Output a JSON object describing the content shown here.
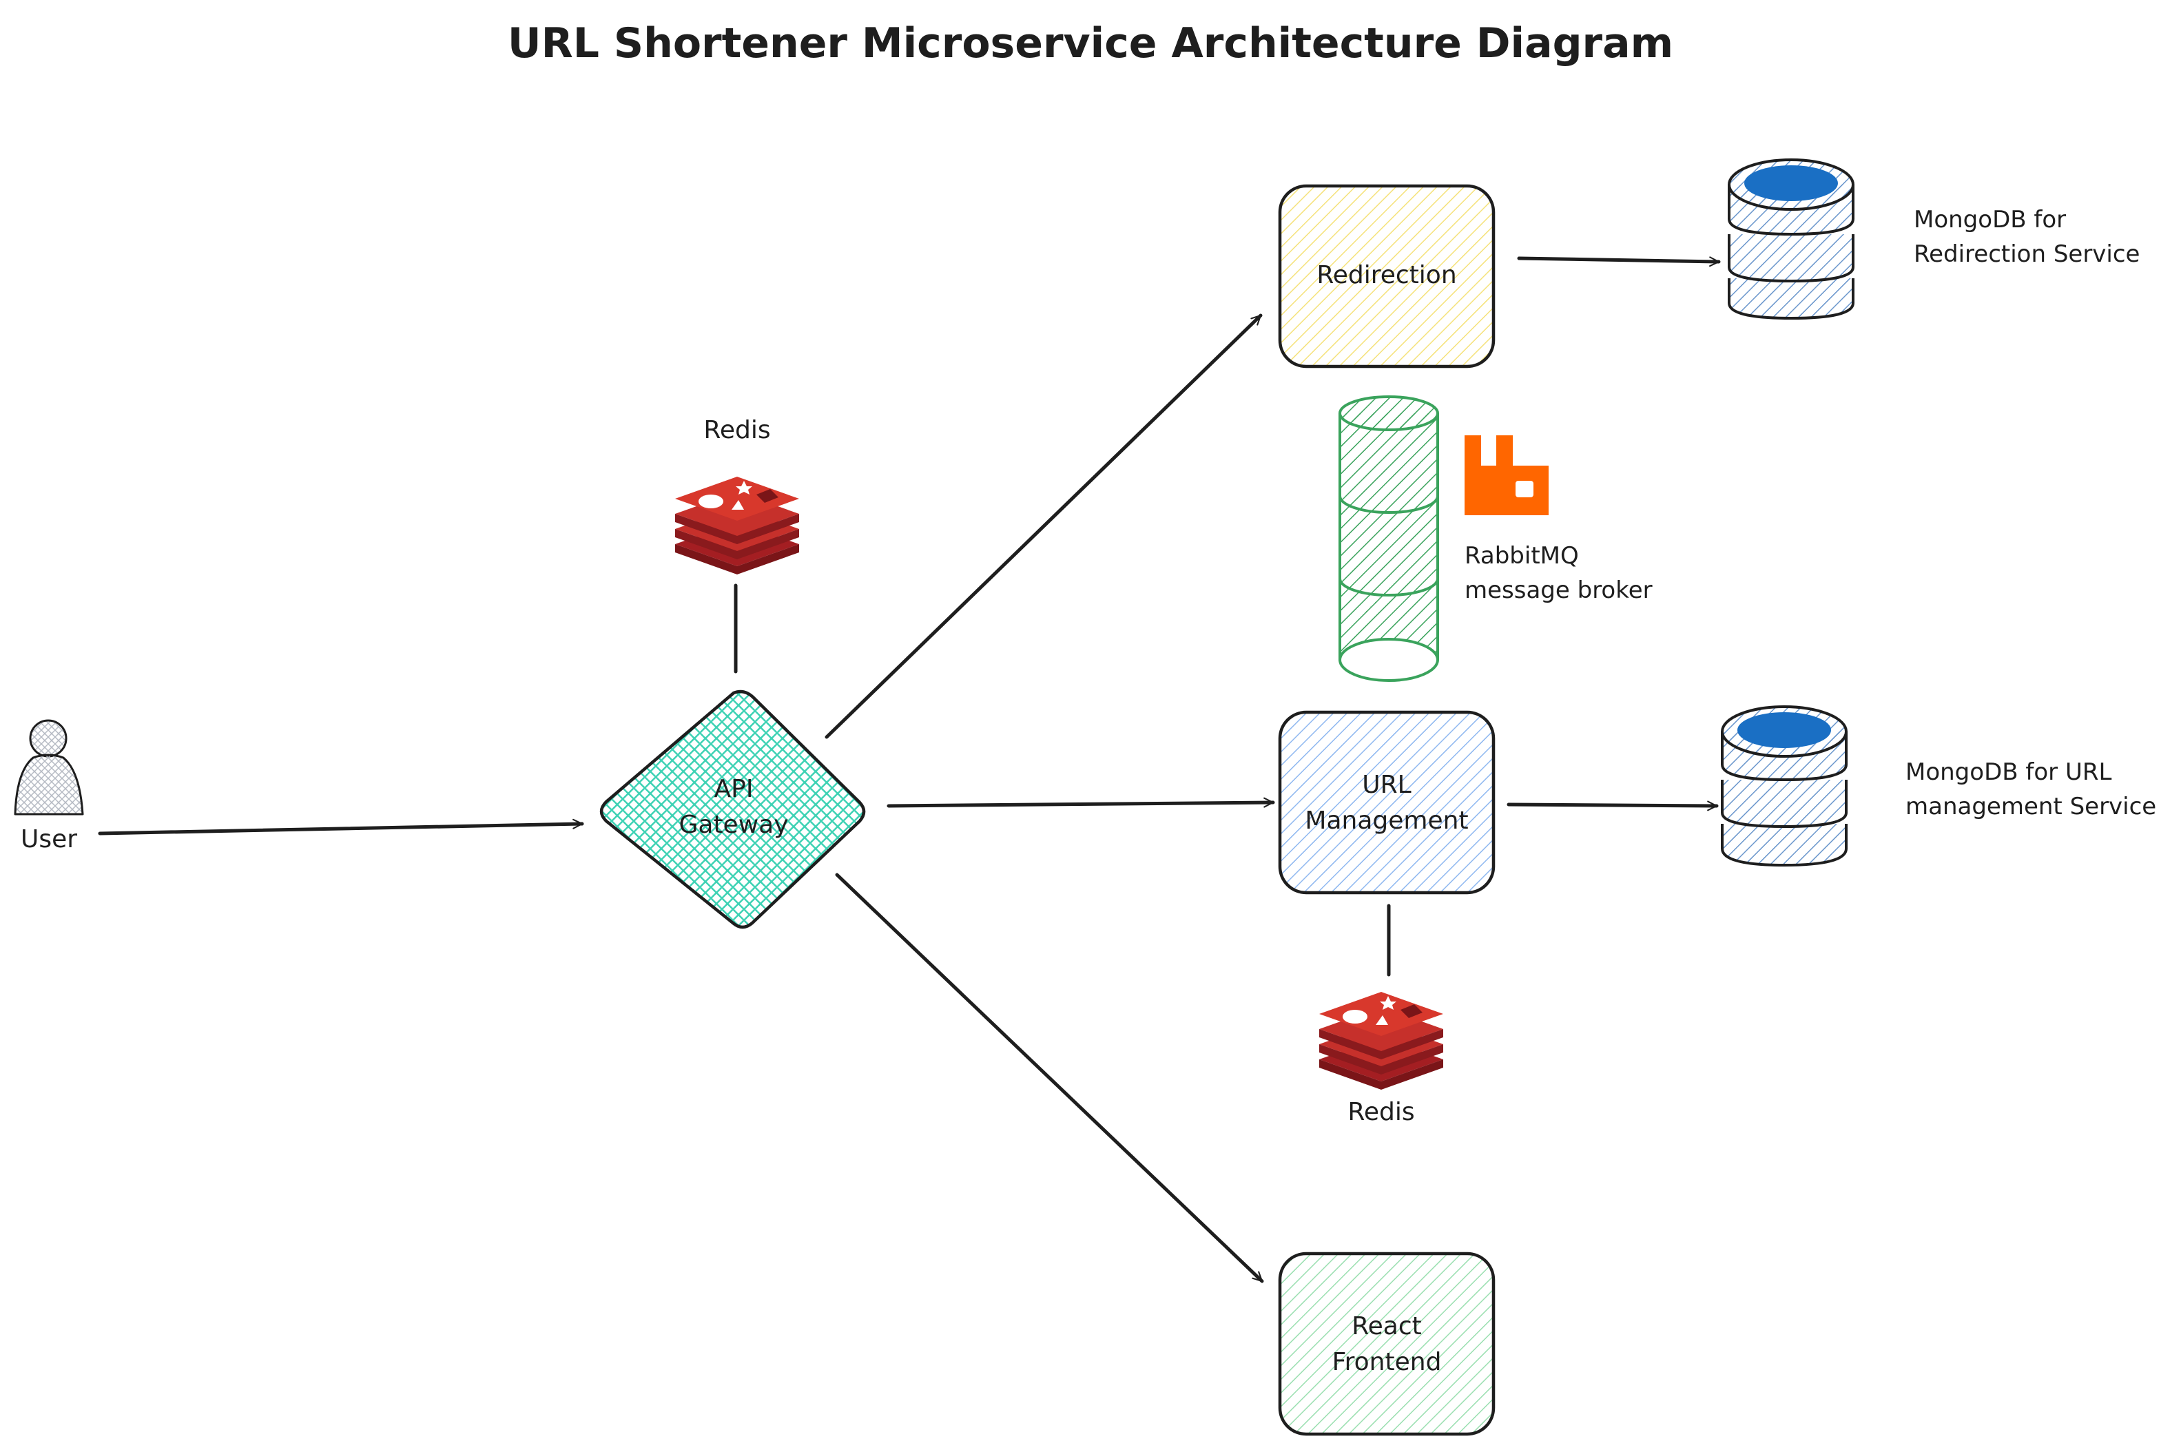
{
  "title": "URL Shortener Microservice Architecture Diagram",
  "nodes": {
    "user": {
      "label": "User"
    },
    "api_gateway": {
      "label_lines": [
        "API",
        "Gateway"
      ]
    },
    "redis_top": {
      "label": "Redis"
    },
    "redis_bottom": {
      "label": "Redis"
    },
    "redirection": {
      "label": "Redirection"
    },
    "url_management": {
      "label_lines": [
        "URL",
        "Management"
      ]
    },
    "react_frontend": {
      "label_lines": [
        "React",
        "Frontend"
      ]
    },
    "rabbitmq": {
      "label_lines": [
        "RabbitMQ",
        "message broker"
      ]
    },
    "mongodb_redirection": {
      "label_lines": [
        "MongoDB for",
        "Redirection Service"
      ]
    },
    "mongodb_url": {
      "label_lines": [
        "MongoDB for URL",
        "management Service"
      ]
    }
  },
  "edges": [
    {
      "from": "user",
      "to": "api_gateway",
      "directed": true
    },
    {
      "from": "api_gateway",
      "to": "redirection",
      "directed": true
    },
    {
      "from": "api_gateway",
      "to": "url_management",
      "directed": true
    },
    {
      "from": "api_gateway",
      "to": "react_frontend",
      "directed": true
    },
    {
      "from": "api_gateway",
      "to": "redis_top",
      "directed": false
    },
    {
      "from": "redirection",
      "to": "mongodb_redirection",
      "directed": true
    },
    {
      "from": "url_management",
      "to": "mongodb_url",
      "directed": true
    },
    {
      "from": "url_management",
      "to": "redis_bottom",
      "directed": false
    }
  ],
  "colors": {
    "stroke": "#1e1e1e",
    "redirection_fill": "#f5e27a",
    "url_management_fill": "#8fb8f0",
    "react_fill": "#9adfb0",
    "gateway_fill": "#3ed2b4",
    "queue_fill": "#3aa35c",
    "mongo_fill": "#6a96cc",
    "mongo_top": "#1a6fc4",
    "redis_red": "#c6302b",
    "rabbit_orange": "#ff6600",
    "user_fill": "#c8ccd4"
  }
}
